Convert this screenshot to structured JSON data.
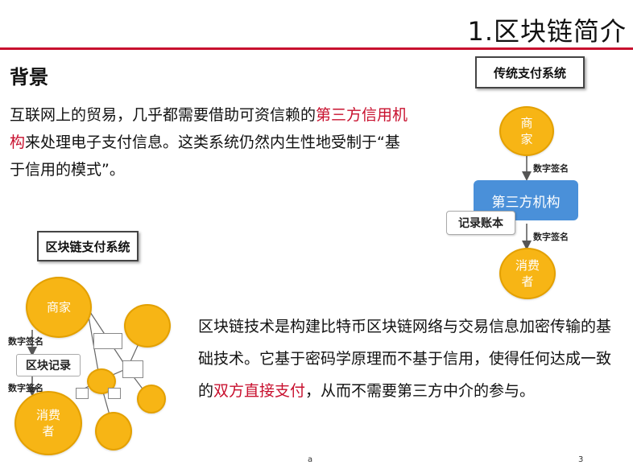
{
  "slide": {
    "title": "1.区块链简介",
    "section_heading": "背景",
    "paragraph_1": {
      "before": "互联网上的贸易，几乎都需要借助可资信赖的",
      "highlight": "第三方信用机构",
      "after": "来处理电子支付信息。这类系统仍然内生性地受制于“基于信用的模式”。"
    },
    "paragraph_2": {
      "before": "区块链技术是构建比特币区块链网络与交易信息加密传输的基础技术。它基于密码学原理而不基于信用，使得任何达成一致的",
      "highlight": "双方直接支付",
      "after": "，从而不需要第三方中介的参与。"
    },
    "accent_color": "#c8102e",
    "node_color": "#f7b515",
    "box_color": "#4a90d9"
  },
  "traditional": {
    "title": "传统支付系统",
    "merchant": "商\n家",
    "sig_top": "数字签名",
    "third_party": "第三方机构",
    "ledger": "记录账本",
    "sig_bottom": "数字签名",
    "consumer": "消费\n者"
  },
  "blockchain": {
    "title": "区块链支付系统",
    "merchant": "商家",
    "sig_top": "数字签名",
    "block_record": "区块记录",
    "sig_bottom": "数字签名",
    "consumer": "消费\n者"
  },
  "footer": {
    "center_mark": "a",
    "page_number": "3"
  }
}
